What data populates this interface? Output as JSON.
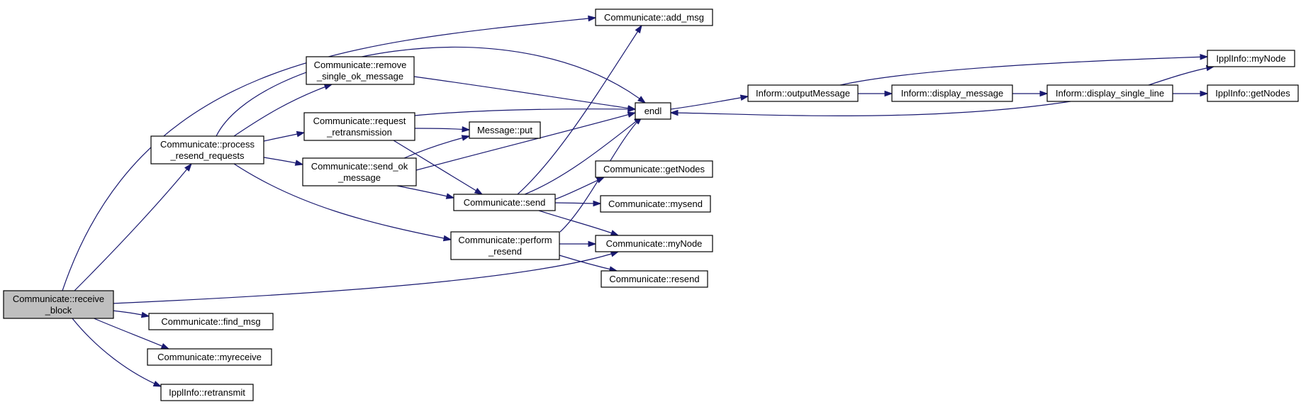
{
  "nodes": [
    {
      "id": "receive_block",
      "lines": [
        "Communicate::receive",
        "_block"
      ],
      "highlight": true
    },
    {
      "id": "process_resend_requests",
      "lines": [
        "Communicate::process",
        "_resend_requests"
      ]
    },
    {
      "id": "find_msg",
      "lines": [
        "Communicate::find_msg"
      ]
    },
    {
      "id": "myreceive",
      "lines": [
        "Communicate::myreceive"
      ]
    },
    {
      "id": "retransmit",
      "lines": [
        "IpplInfo::retransmit"
      ]
    },
    {
      "id": "remove_single_ok_message",
      "lines": [
        "Communicate::remove",
        "_single_ok_message"
      ]
    },
    {
      "id": "request_retransmission",
      "lines": [
        "Communicate::request",
        "_retransmission"
      ]
    },
    {
      "id": "send_ok_message",
      "lines": [
        "Communicate::send_ok",
        "_message"
      ]
    },
    {
      "id": "message_put",
      "lines": [
        "Message::put"
      ]
    },
    {
      "id": "send",
      "lines": [
        "Communicate::send"
      ]
    },
    {
      "id": "perform_resend",
      "lines": [
        "Communicate::perform",
        "_resend"
      ]
    },
    {
      "id": "add_msg",
      "lines": [
        "Communicate::add_msg"
      ]
    },
    {
      "id": "endl",
      "lines": [
        "endl"
      ]
    },
    {
      "id": "comm_getNodes",
      "lines": [
        "Communicate::getNodes"
      ]
    },
    {
      "id": "mysend",
      "lines": [
        "Communicate::mysend"
      ]
    },
    {
      "id": "comm_myNode",
      "lines": [
        "Communicate::myNode"
      ]
    },
    {
      "id": "resend",
      "lines": [
        "Communicate::resend"
      ]
    },
    {
      "id": "outputMessage",
      "lines": [
        "Inform::outputMessage"
      ]
    },
    {
      "id": "display_message",
      "lines": [
        "Inform::display_message"
      ]
    },
    {
      "id": "display_single_line",
      "lines": [
        "Inform::display_single_line"
      ]
    },
    {
      "id": "ippl_myNode",
      "lines": [
        "IpplInfo::myNode"
      ]
    },
    {
      "id": "ippl_getNodes",
      "lines": [
        "IpplInfo::getNodes"
      ]
    }
  ],
  "edges": [
    {
      "from": "receive_block",
      "to": "add_msg"
    },
    {
      "from": "receive_block",
      "to": "process_resend_requests"
    },
    {
      "from": "receive_block",
      "to": "comm_myNode"
    },
    {
      "from": "receive_block",
      "to": "find_msg"
    },
    {
      "from": "receive_block",
      "to": "myreceive"
    },
    {
      "from": "receive_block",
      "to": "retransmit"
    },
    {
      "from": "process_resend_requests",
      "to": "endl"
    },
    {
      "from": "process_resend_requests",
      "to": "remove_single_ok_message"
    },
    {
      "from": "process_resend_requests",
      "to": "request_retransmission"
    },
    {
      "from": "process_resend_requests",
      "to": "send_ok_message"
    },
    {
      "from": "process_resend_requests",
      "to": "perform_resend"
    },
    {
      "from": "remove_single_ok_message",
      "to": "endl"
    },
    {
      "from": "request_retransmission",
      "to": "endl"
    },
    {
      "from": "request_retransmission",
      "to": "message_put"
    },
    {
      "from": "request_retransmission",
      "to": "send"
    },
    {
      "from": "send_ok_message",
      "to": "message_put"
    },
    {
      "from": "send_ok_message",
      "to": "endl"
    },
    {
      "from": "send_ok_message",
      "to": "send"
    },
    {
      "from": "send",
      "to": "add_msg"
    },
    {
      "from": "send",
      "to": "endl"
    },
    {
      "from": "send",
      "to": "comm_getNodes"
    },
    {
      "from": "send",
      "to": "mysend"
    },
    {
      "from": "send",
      "to": "comm_myNode"
    },
    {
      "from": "perform_resend",
      "to": "endl"
    },
    {
      "from": "perform_resend",
      "to": "comm_myNode"
    },
    {
      "from": "perform_resend",
      "to": "resend"
    },
    {
      "from": "endl",
      "to": "outputMessage"
    },
    {
      "from": "outputMessage",
      "to": "ippl_myNode"
    },
    {
      "from": "outputMessage",
      "to": "display_message"
    },
    {
      "from": "display_message",
      "to": "display_single_line"
    },
    {
      "from": "display_single_line",
      "to": "ippl_myNode"
    },
    {
      "from": "display_single_line",
      "to": "ippl_getNodes"
    },
    {
      "from": "display_single_line",
      "to": "endl"
    }
  ],
  "colors": {
    "edge": "#191970",
    "highlight_fill": "#bfbfbf",
    "node_fill": "#ffffff"
  }
}
